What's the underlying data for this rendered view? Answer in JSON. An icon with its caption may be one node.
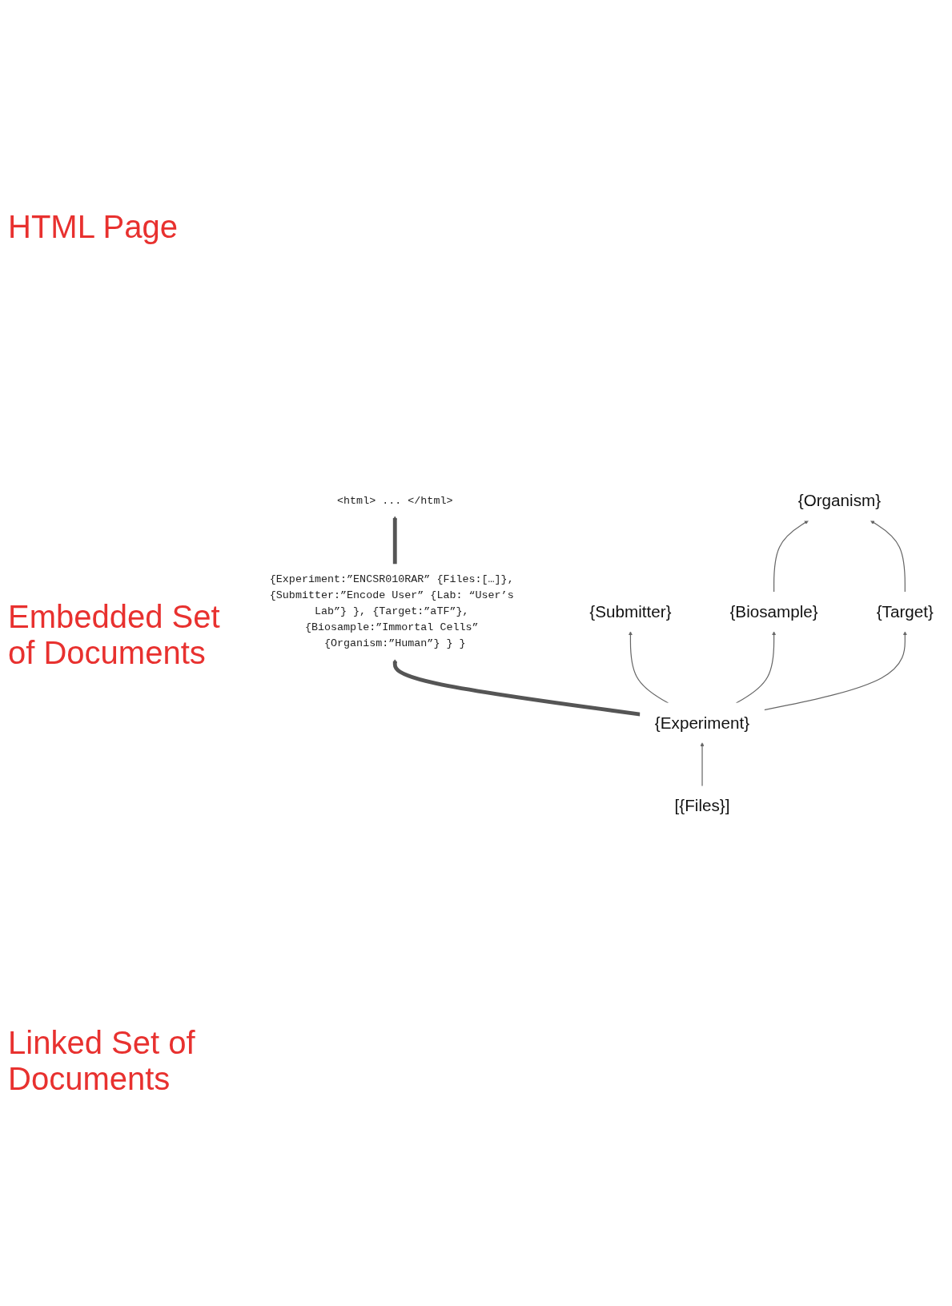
{
  "diagram": {
    "nodes": [
      {
        "text": [
          "<html> ... </html>"
        ]
      },
      {
        "text": [
          "{Experiment:”ENCSR010RAR” {Files:[…]}, {Submitter:”Encode User” {Lab: “User’s Lab”} }, {Target:”aTF”}, {Biosample:”Immortal Cells” {Organism:”Human”} } }"
        ]
      },
      {
        "text": [
          "{Experiment}"
        ]
      },
      {
        "text": [
          "{Submitter}"
        ]
      },
      {
        "text": [
          "[{Files}]"
        ]
      },
      {
        "text": [
          "{Target}"
        ]
      },
      {
        "text": [
          "{Biosample}"
        ]
      },
      {
        "text": [
          "{Organism}"
        ]
      }
    ],
    "edges": [
      {
        "from": 1,
        "to": 0,
        "arrow": "to",
        "style": "thick"
      },
      {
        "from": 2,
        "to": 1,
        "arrow": "to",
        "style": "thick"
      },
      {
        "from": 2,
        "to": 3,
        "arrow": "to"
      },
      {
        "from": 4,
        "to": 2,
        "arrow": "to"
      },
      {
        "from": 2,
        "to": 5,
        "arrow": "to"
      },
      {
        "from": 2,
        "to": 6,
        "arrow": "to"
      },
      {
        "from": 6,
        "to": 7,
        "arrow": "to"
      },
      {
        "from": 5,
        "to": 7,
        "arrow": "to"
      }
    ],
    "labels": [
      "HTML Page",
      "Embedded Set of Documents",
      "Linked Set of Documents"
    ]
  }
}
